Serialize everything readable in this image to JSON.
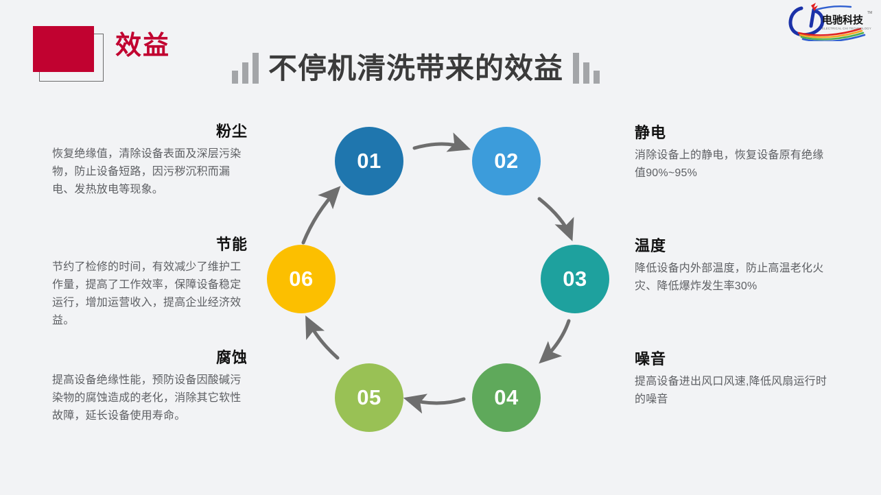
{
  "slide": {
    "background_color": "#f2f3f5",
    "badge": {
      "label": "效益",
      "accent_color": "#c10230"
    },
    "title": "不停机清洗带来的效益",
    "title_color": "#3b3b3b",
    "decoration_color": "#a3a5a8"
  },
  "logo": {
    "name_cn": "电驰科技",
    "name_en": "ELECTRICAL CHI TECHNOLOGY",
    "trademark": "TM",
    "mark_color": "#1b32a8"
  },
  "diagram": {
    "nodes": [
      {
        "id": "01",
        "color": "#1f76ae",
        "topic": "粉尘"
      },
      {
        "id": "02",
        "color": "#3c9cdb",
        "topic": "静电"
      },
      {
        "id": "03",
        "color": "#1ea19e",
        "topic": "温度"
      },
      {
        "id": "04",
        "color": "#5fa95b",
        "topic": "噪音"
      },
      {
        "id": "05",
        "color": "#99c155",
        "topic": "腐蚀"
      },
      {
        "id": "06",
        "color": "#fcbf00",
        "topic": "节能"
      }
    ],
    "arrow_color": "#6e6e6e",
    "flow": [
      "01 → 02",
      "02 → 03",
      "03 → 04",
      "04 → 05",
      "05 → 06",
      "06 → 01"
    ]
  },
  "blocks": {
    "dust": {
      "title": "粉尘",
      "body": "恢复绝缘值，清除设备表面及深层污染物，防止设备短路，因污秽沉积而漏电、发热放电等现象。"
    },
    "energy": {
      "title": "节能",
      "body": "节约了检修的时间，有效减少了维护工作量，提高了工作效率，保障设备稳定运行，增加运营收入，提高企业经济效益。"
    },
    "corrosion": {
      "title": "腐蚀",
      "body": "提高设备绝缘性能，预防设备因酸碱污染物的腐蚀造成的老化，消除其它软性故障，延长设备使用寿命。"
    },
    "static": {
      "title": "静电",
      "body": "消除设备上的静电，恢复设备原有绝缘值90%~95%"
    },
    "temperature": {
      "title": "温度",
      "body": "降低设备内外部温度，防止高温老化火灾、降低爆炸发生率30%"
    },
    "noise": {
      "title": "噪音",
      "body": "提高设备进出风口风速,降低风扇运行时的噪音"
    }
  }
}
